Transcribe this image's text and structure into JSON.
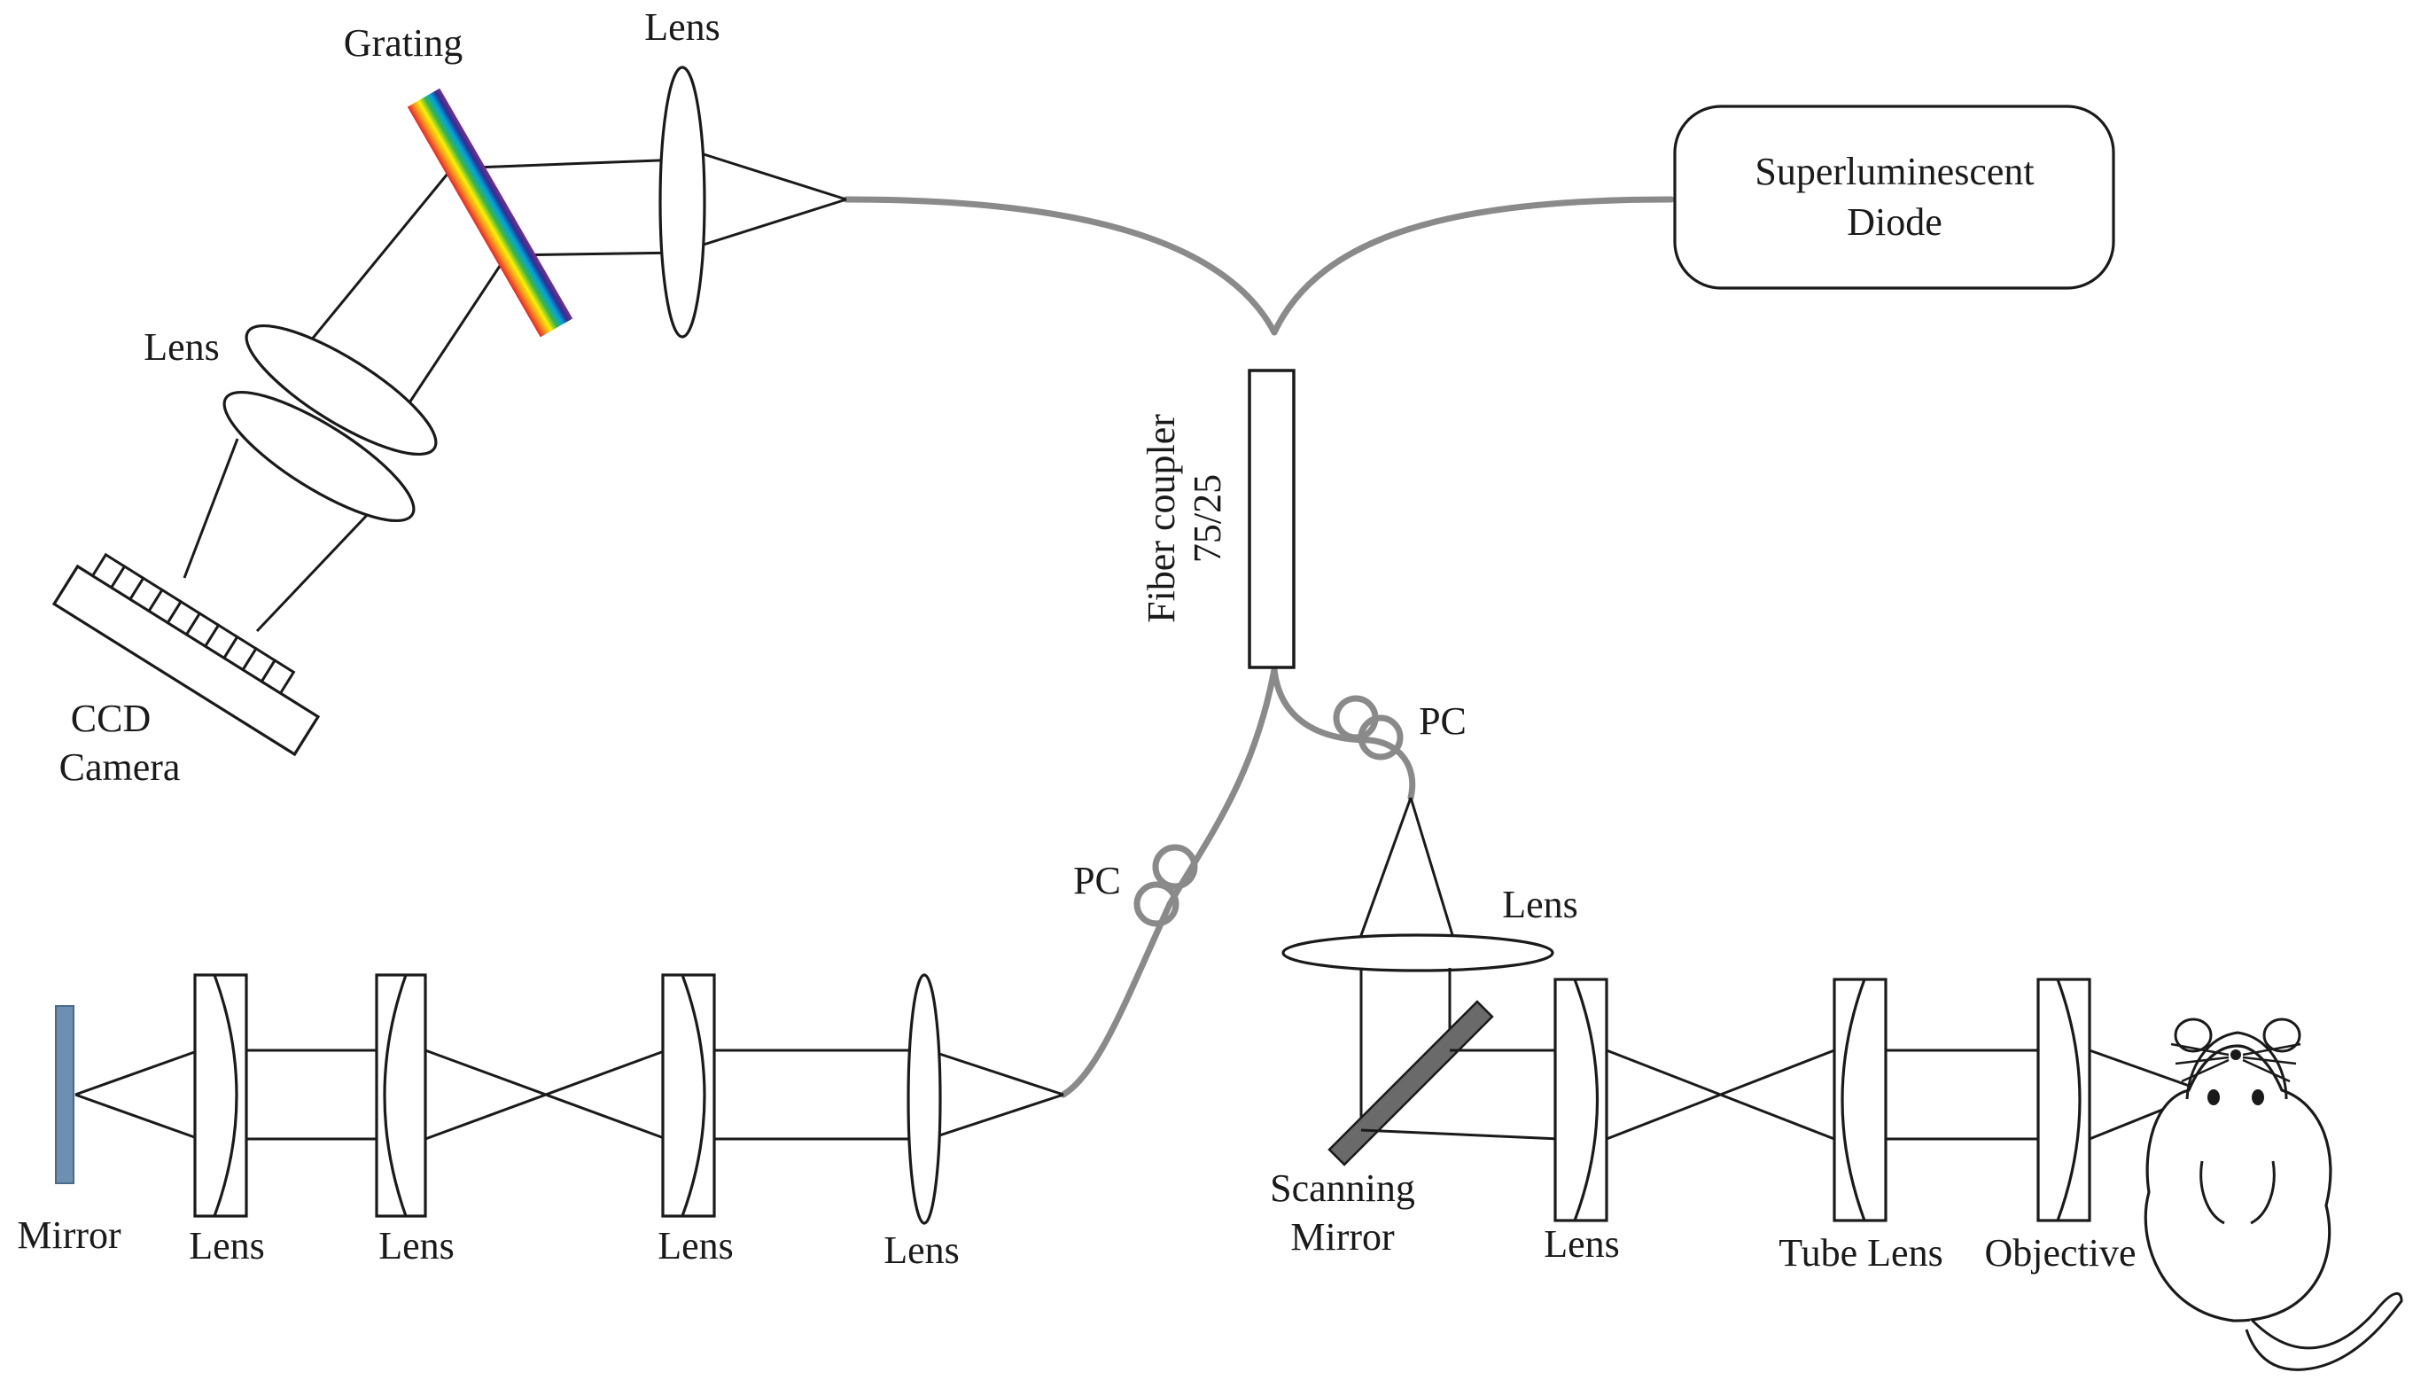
{
  "labels": {
    "grating": "Grating",
    "lens_top": "Lens",
    "lens_ccd": "Lens",
    "ccd_line1": "CCD",
    "ccd_line2": "Camera",
    "sld_line1": "Superluminescent",
    "sld_line2": "Diode",
    "coupler_line1": "Fiber coupler",
    "coupler_line2": "75/25",
    "pc_sample": "PC",
    "pc_reference": "PC",
    "lens_sample_top": "Lens",
    "mirror": "Mirror",
    "ref_lens_1": "Lens",
    "ref_lens_2": "Lens",
    "ref_lens_3": "Lens",
    "ref_lens_4": "Lens",
    "scanning_line1": "Scanning",
    "scanning_line2": "Mirror",
    "sample_lens": "Lens",
    "tube_lens": "Tube Lens",
    "objective": "Objective"
  },
  "colors": {
    "fiber": "#8a8a8a",
    "line": "#1a1a1a",
    "grating_gradient": [
      "#e8202a",
      "#f7941d",
      "#fff200",
      "#39b54a",
      "#00a3e0",
      "#2e3192",
      "#7b2d8e"
    ],
    "mirror_fill": "#6f8fb0",
    "scanning_mirror_fill": "#6a6a6a"
  },
  "icons": {
    "sample": "mouse-icon"
  }
}
